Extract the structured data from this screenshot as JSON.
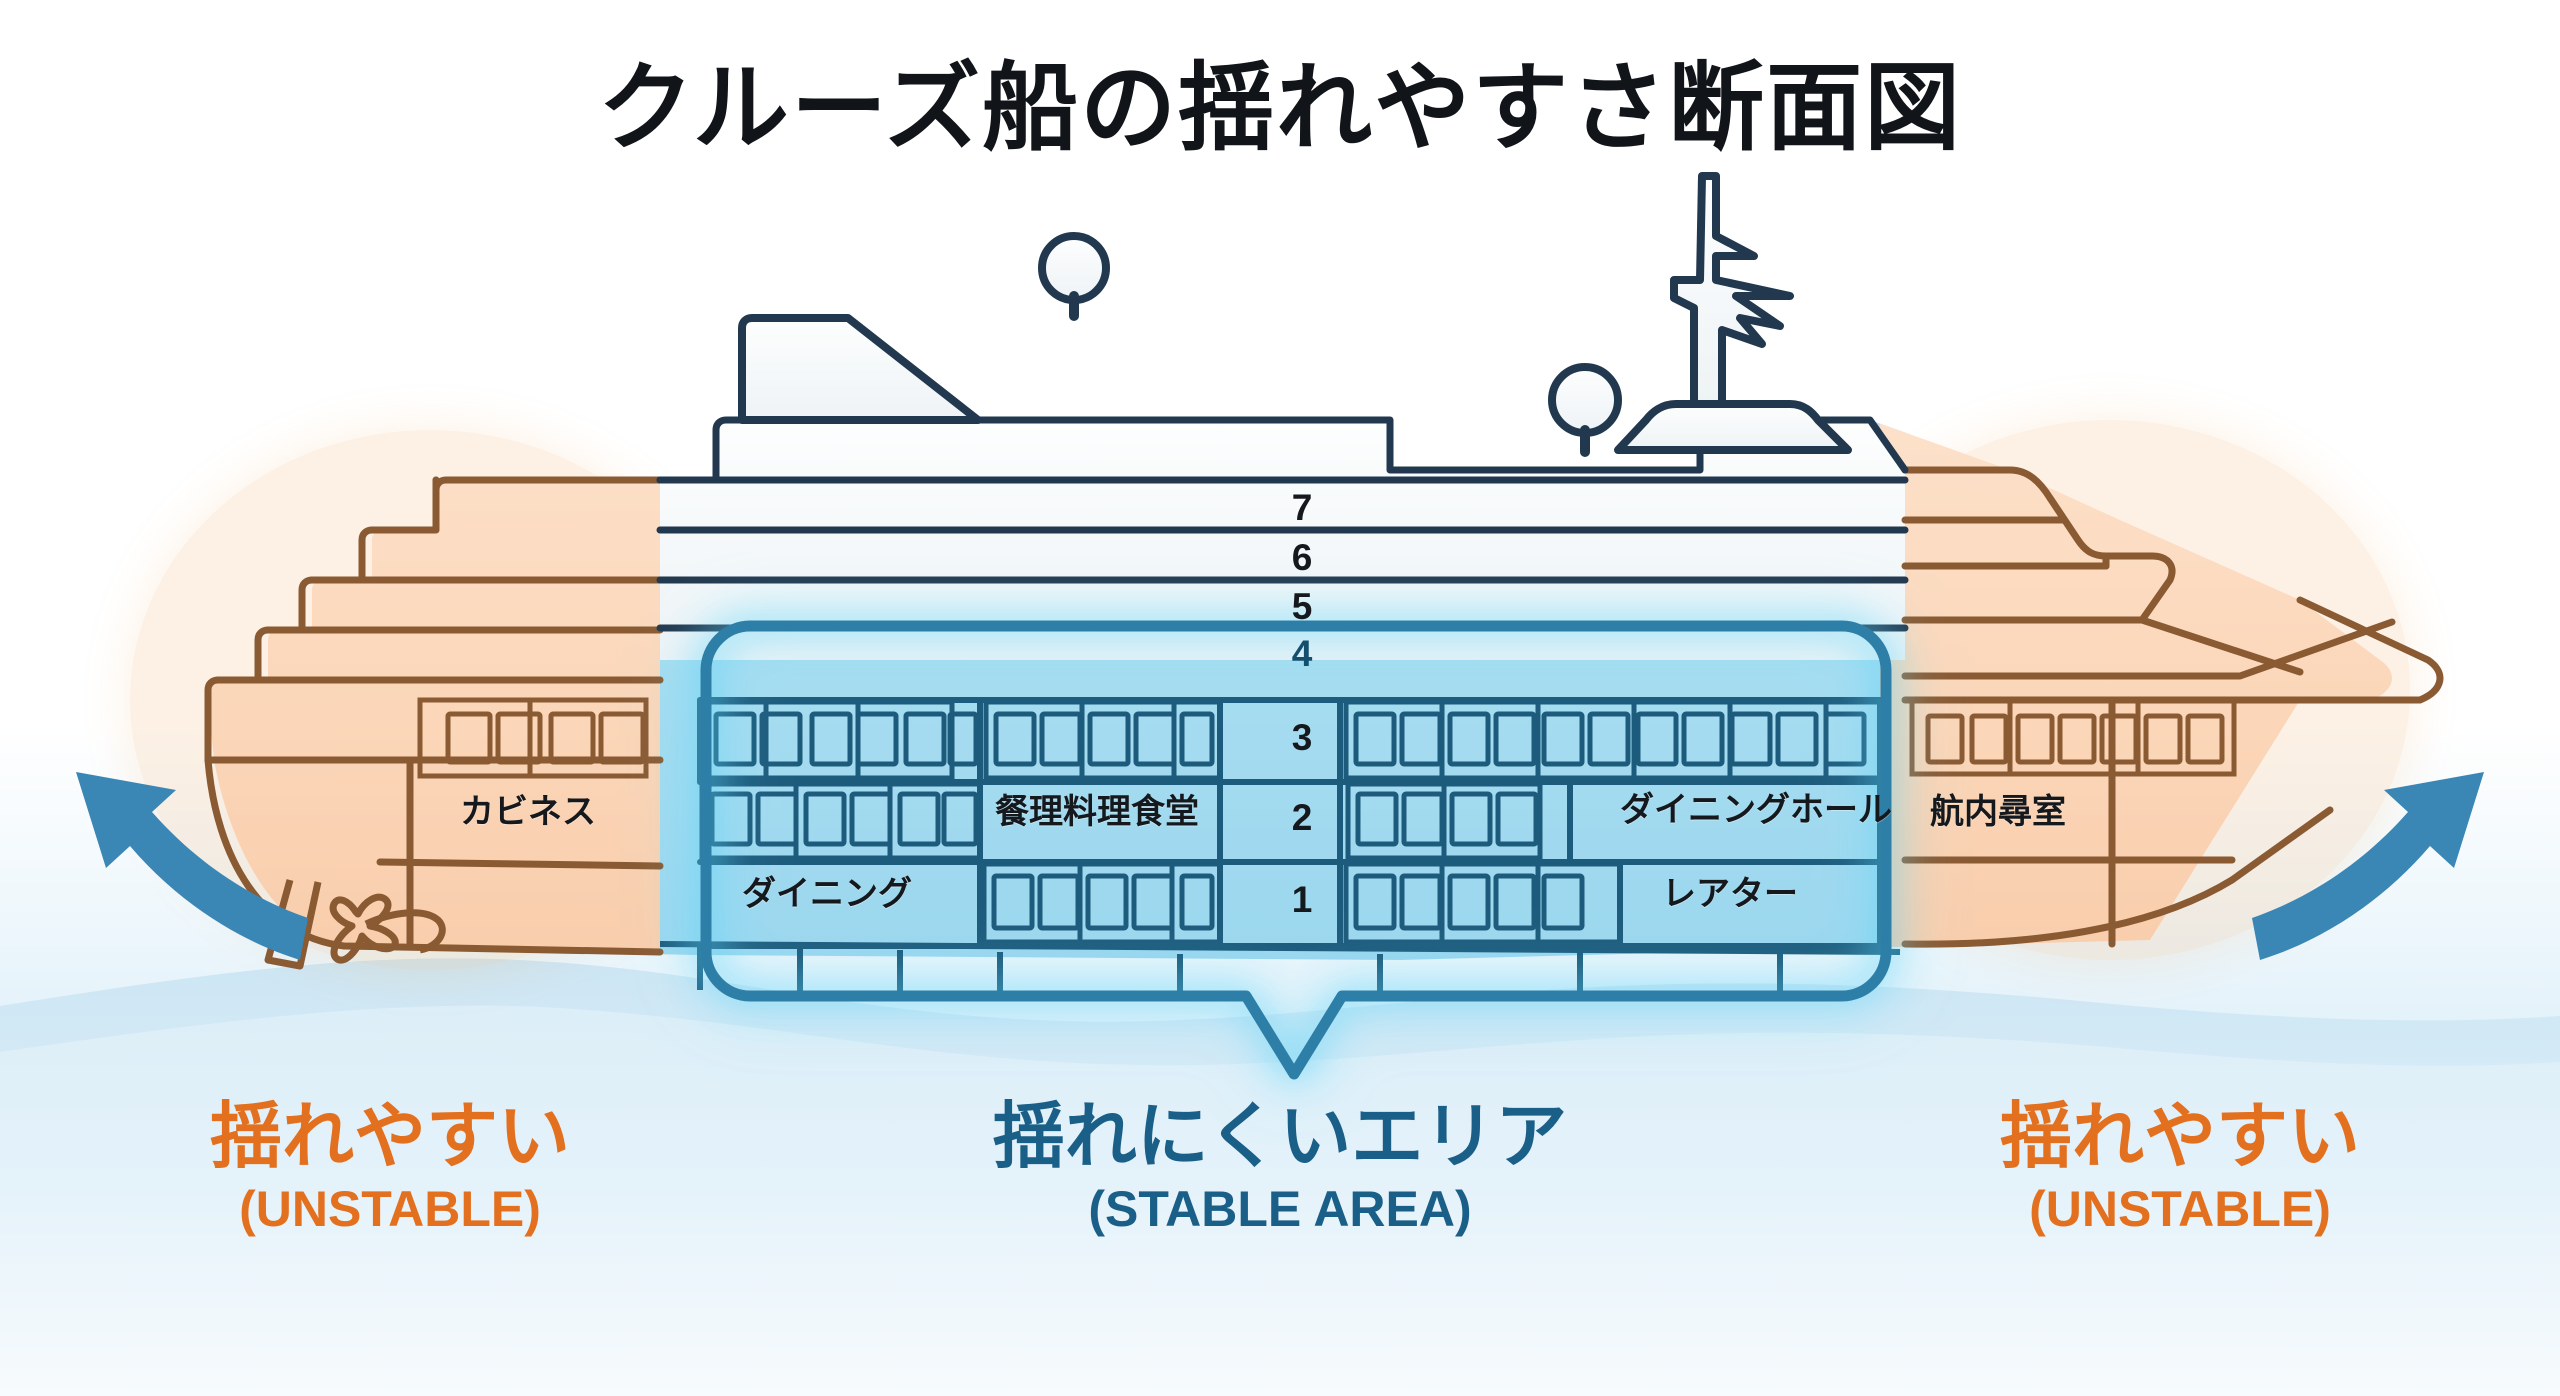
{
  "page": {
    "title": "クルーズ船の揺れやすさ断面図",
    "colors": {
      "unstable_orange": "#e2701f",
      "stable_blue": "#1a5f87",
      "hull_outline_dark": "#1d3247",
      "hull_outline_warm": "#8a5a33",
      "stable_fill": "#a9ddf0",
      "unstable_fill": "#fbd9bd",
      "glow_cyan": "#52d0f5",
      "arrow_blue": "#3a86b4",
      "sea_light": "#d5ebf6"
    }
  },
  "ship": {
    "deck_numbers": [
      "7",
      "6",
      "5",
      "4",
      "3",
      "2",
      "1"
    ],
    "labels": {
      "stern_cabins": "カビネス",
      "bow_cabins": "航内尋室",
      "deck2_center": "餐理料理食堂",
      "deck2_right": "ダイニングホール",
      "deck1_left": "ダイニング",
      "deck1_right": "レアター"
    },
    "icons": {
      "funnel": "funnel-icon",
      "radar_dome": "radar-dome-icon",
      "mast": "mast-icon",
      "propeller": "propeller-icon",
      "rudder": "rudder-icon",
      "porthole": "cabin-window-icon"
    }
  },
  "callout": {
    "pointer": "stable-area-pointer"
  },
  "legend": {
    "left": {
      "jp": "揺れやすい",
      "en": "(UNSTABLE)"
    },
    "center": {
      "jp": "揺れにくいエリア",
      "en": "(STABLE AREA)"
    },
    "right": {
      "jp": "揺れやすい",
      "en": "(UNSTABLE)"
    }
  },
  "arrows": {
    "left": "rocking-arrow-left",
    "right": "rocking-arrow-right"
  }
}
